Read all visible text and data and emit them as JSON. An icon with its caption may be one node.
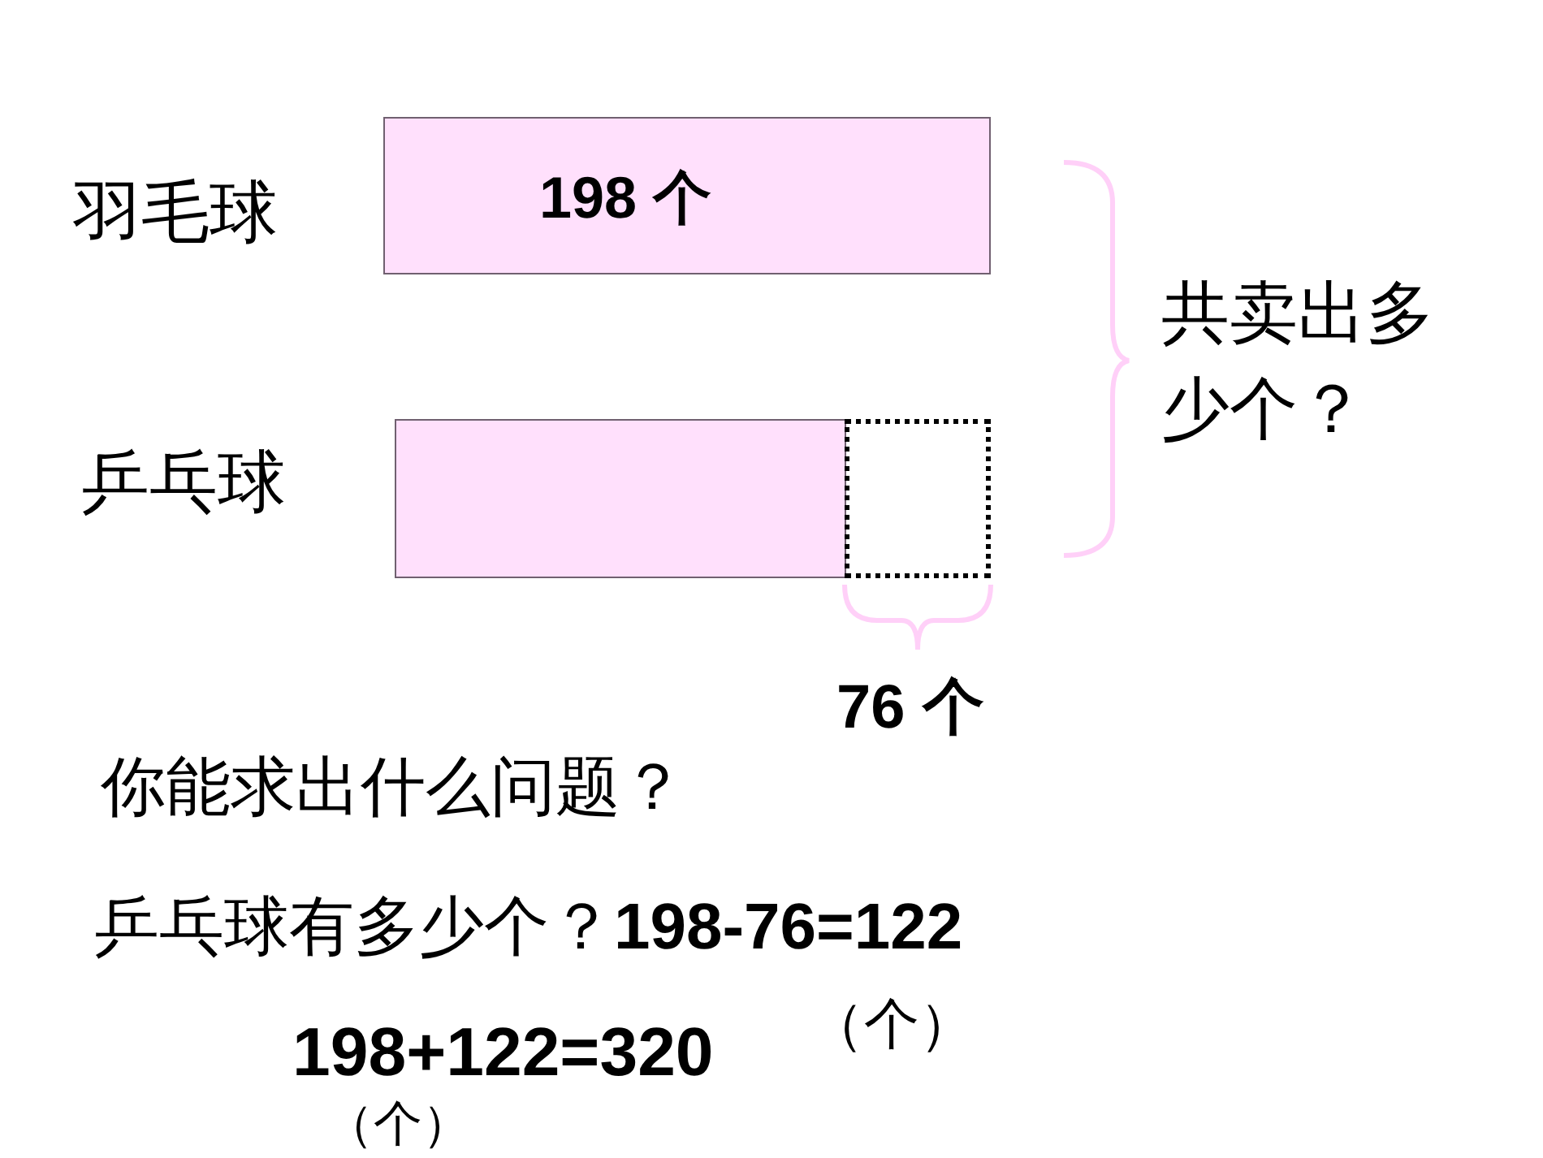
{
  "diagram": {
    "nodes": [
      {
        "text": [
          "198 个"
        ],
        "beside": [
          "羽毛球"
        ]
      },
      {
        "text": [],
        "shape": "bar",
        "beside": [
          "乒乓球"
        ]
      },
      {
        "text": [],
        "shape": "box"
      }
    ],
    "edges": [],
    "labels": [
      "共卖出多少个？",
      "76 个",
      "你能求出什么问题？",
      "乒乓球有多少个？**198-76=122**",
      "198+122=320",
      "（个）",
      "（个）"
    ]
  }
}
